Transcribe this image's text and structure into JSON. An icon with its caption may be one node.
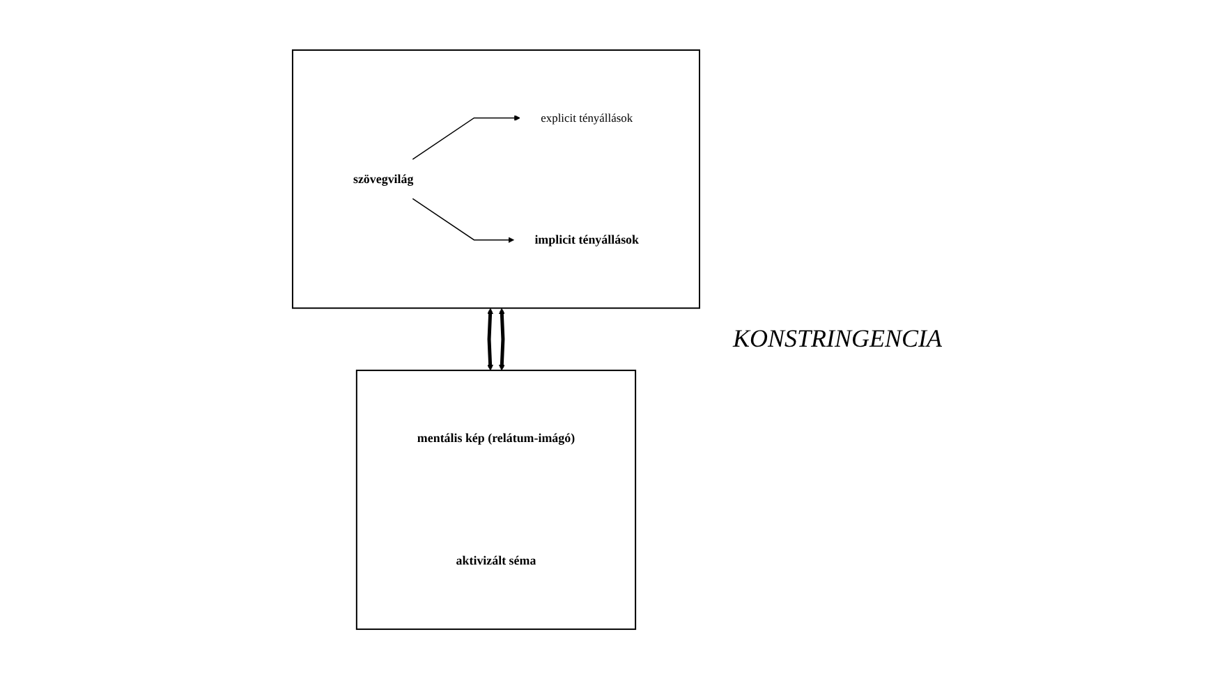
{
  "diagram": {
    "nodes": [
      {
        "text": [],
        "shape": "box"
      },
      {
        "text": [
          "szövegvilág"
        ],
        "in": 0
      },
      {
        "text": [
          "explicit tényállások"
        ],
        "in": 0
      },
      {
        "text": [
          "implicit tényállások"
        ],
        "in": 0
      },
      {
        "text": [],
        "shape": "box"
      },
      {
        "text": [
          "mentális kép (relátum-imágó)"
        ],
        "in": 4
      },
      {
        "text": [
          "aktivizált séma"
        ],
        "in": 4
      }
    ],
    "edges": [
      {
        "from": 1,
        "to": 2,
        "arrow": "to"
      },
      {
        "from": 1,
        "to": 3,
        "arrow": "to"
      },
      {
        "from": 0,
        "to": 4,
        "arrow": "both",
        "style": "thick"
      },
      {
        "from": 0,
        "to": 4,
        "arrow": "both",
        "style": "thick"
      }
    ],
    "labels": [
      "KONSTRINGENCIA"
    ]
  }
}
